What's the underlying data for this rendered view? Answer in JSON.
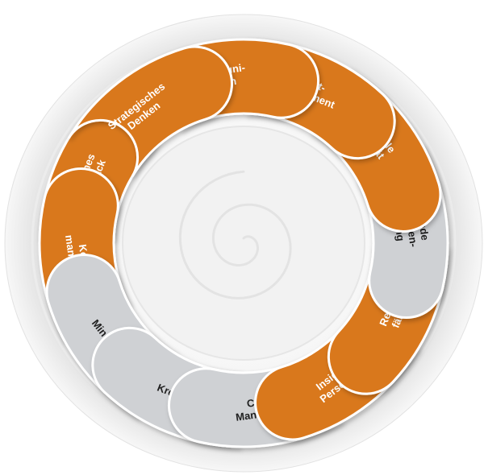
{
  "colors": {
    "orange": "#d9781e",
    "orange_dark": "#b65e0d",
    "gray": "#cfd1d4",
    "gray_dark": "#a9acb0",
    "label_on_orange": "#ffffff",
    "label_on_gray": "#1f1f1f",
    "outline": "#ffffff"
  },
  "segments": [
    {
      "id": "strategisches-denken",
      "color": "orange",
      "lines": [
        "Strategisches",
        "Denken"
      ]
    },
    {
      "id": "kommunikation",
      "color": "orange",
      "lines": [
        "Kommuni-",
        "kation"
      ]
    },
    {
      "id": "selbstmanagement",
      "color": "orange",
      "lines": [
        "Selbst-",
        "management"
      ]
    },
    {
      "id": "mentale-agilitaet",
      "color": "orange",
      "lines": [
        "Mentale",
        "Agilität"
      ]
    },
    {
      "id": "gesunde-menschenfuehrung",
      "color": "gray",
      "lines": [
        "Gesunde",
        "Menschen-",
        "führung"
      ]
    },
    {
      "id": "resilienzfaehigkeit",
      "color": "orange",
      "lines": [
        "Resilienz-",
        "fähigkeit"
      ]
    },
    {
      "id": "insights-mdi",
      "color": "orange",
      "lines": [
        "Insights MDI",
        "Persönlichkeit"
      ]
    },
    {
      "id": "change-management",
      "color": "gray",
      "lines": [
        "Change",
        "Management"
      ]
    },
    {
      "id": "kreativitaet",
      "color": "gray",
      "lines": [
        "Kreativität"
      ]
    },
    {
      "id": "mindfulness",
      "color": "gray",
      "lines": [
        "Mindfulness"
      ]
    },
    {
      "id": "konfliktmanagement",
      "color": "orange",
      "lines": [
        "Konflikt-",
        "management"
      ]
    },
    {
      "id": "tierisches-feedback",
      "color": "orange",
      "lines": [
        "Tierisches",
        "Feedback"
      ]
    }
  ]
}
